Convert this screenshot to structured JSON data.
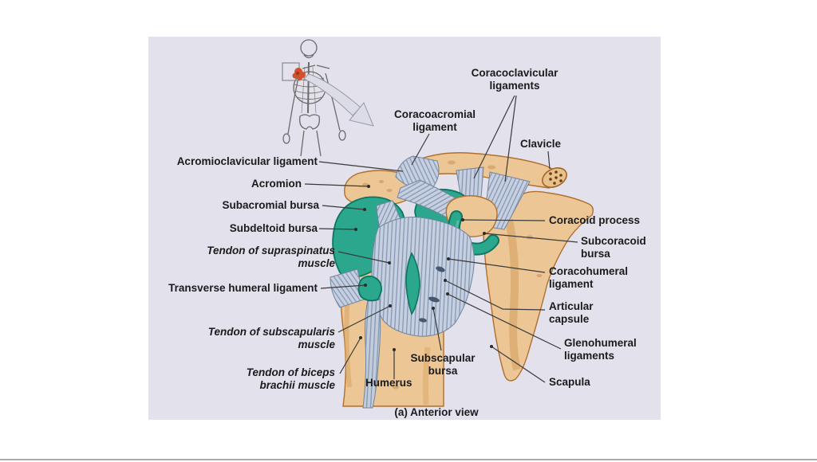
{
  "slide": {
    "background": "#ffffff",
    "divider_color": "#a9a9a9"
  },
  "figure": {
    "caption": "(a) Anterior view",
    "labels": {
      "coracoclavicular": "Coracoclavicular\nligaments",
      "coracoacromial": "Coracoacromial\nligament",
      "clavicle": "Clavicle",
      "acromioclavicular": "Acromioclavicular ligament",
      "acromion": "Acromion",
      "subacromial": "Subacromial bursa",
      "subdeltoid": "Subdeltoid bursa",
      "supraspinatus": "Tendon of supraspinatus\nmuscle",
      "transverse": "Transverse humeral ligament",
      "subscapularis": "Tendon of subscapularis\nmuscle",
      "biceps": "Tendon of biceps\nbrachii muscle",
      "humerus": "Humerus",
      "subscapular": "Subscapular\nbursa",
      "coracoid": "Coracoid process",
      "subcoracoid": "Subcoracoid\nbursa",
      "coracohumeral": "Coracohumeral\nligament",
      "articular": "Articular\ncapsule",
      "glenohumeral": "Glenohumeral\nligaments",
      "scapula": "Scapula"
    },
    "colors": {
      "panel_bg": "#e3e1ec",
      "bone": "#ecc795",
      "bone_outline": "#b06f2e",
      "bursa": "#2aa78c",
      "bursa_outline": "#0c7661",
      "ligament": "#c6d0e0",
      "ligament_stripe": "#7e90af",
      "shoulder_highlight": "#d4502a",
      "leader_line": "#3a3a3a",
      "text": "#1b1b1b"
    }
  }
}
